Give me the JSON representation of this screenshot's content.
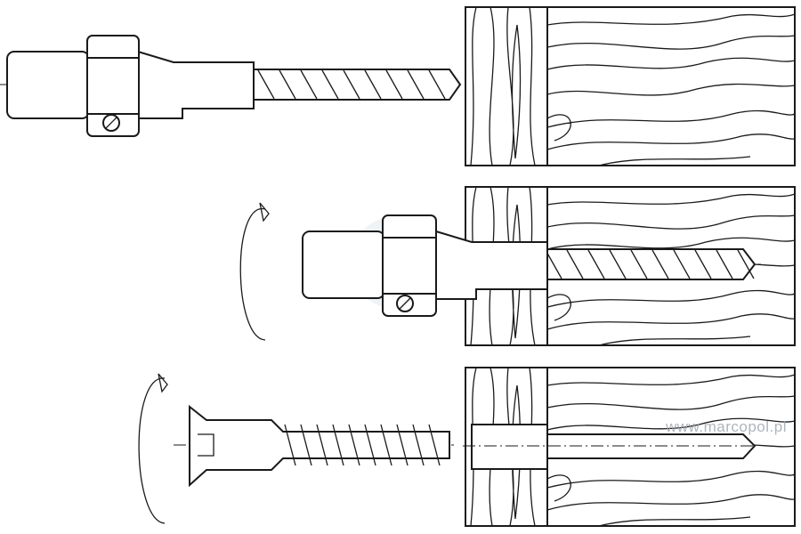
{
  "diagram": {
    "steps": [
      "drill-positioned",
      "drilling-with-rotation",
      "screw-insertion"
    ],
    "watermark": "www.marcopol.pl",
    "colors": {
      "line": "#1a1a1a",
      "background": "#ffffff",
      "watermark": "#9aa4ae"
    }
  }
}
